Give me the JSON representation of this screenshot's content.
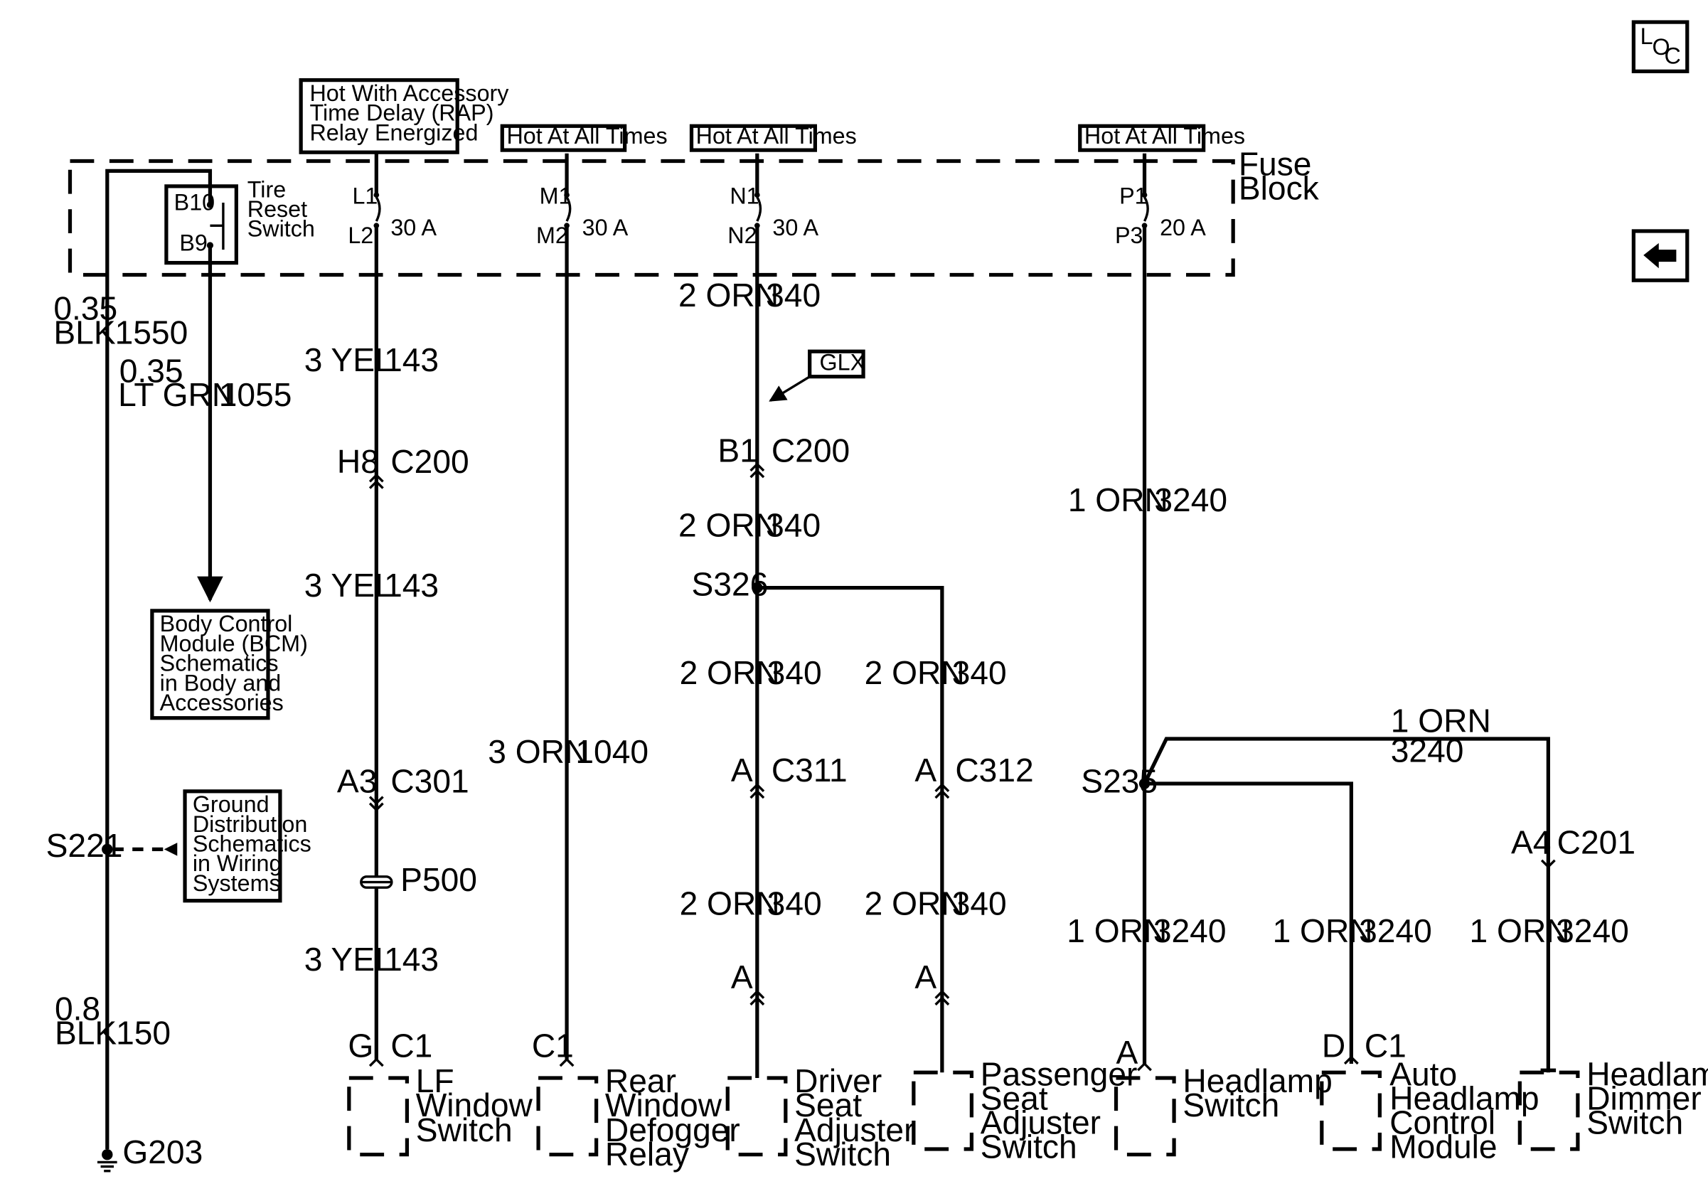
{
  "nav": {
    "loc_icon": "loc-icon",
    "back_icon": "back-arrow-icon"
  },
  "fuse_block": {
    "label_line1": "Fuse",
    "label_line2": "Block"
  },
  "hot_labels": {
    "accessory": [
      "Hot With Accessory",
      "Time Delay (RAP)",
      "Relay Energized"
    ],
    "m": "Hot At All Times",
    "n": "Hot At All Times",
    "p": "Hot At All Times"
  },
  "fuses": {
    "l": {
      "top": "L1",
      "bottom": "L2",
      "rating": "30 A"
    },
    "m": {
      "top": "M1",
      "bottom": "M2",
      "rating": "30 A"
    },
    "n": {
      "top": "N1",
      "bottom": "N2",
      "rating": "30 A"
    },
    "p": {
      "top": "P1",
      "bottom": "P3",
      "rating": "20 A"
    }
  },
  "tire_switch": {
    "pin_top": "B10",
    "pin_bottom": "B9",
    "label": [
      "Tire",
      "Reset",
      "Switch"
    ]
  },
  "left_wires": {
    "blk_size": "0.35",
    "blk_color": "BLK",
    "blk_circuit": "1550",
    "grn_size": "0.35",
    "grn_color": "LT GRN",
    "grn_circuit": "1055",
    "bottom_size": "0.8",
    "bottom_color": "BLK",
    "bottom_circuit": "150"
  },
  "bcm_box": [
    "Body Control",
    "Module (BCM)",
    "Schematics",
    "in Body and",
    "Accessories"
  ],
  "ground_box": [
    "Ground",
    "Distribution",
    "Schematics",
    "in Wiring",
    "Systems"
  ],
  "splices": {
    "s221": "S221",
    "s326": "S326",
    "s235": "S235"
  },
  "ground": "G203",
  "lf_circuit": {
    "wire1": {
      "color": "3 YEL",
      "circuit": "143"
    },
    "conn1": {
      "pin": "H8",
      "name": "C200"
    },
    "wire2": {
      "color": "3 YEL",
      "circuit": "143"
    },
    "conn2": {
      "pin": "A3",
      "name": "C301"
    },
    "passthru": "P500",
    "wire3": {
      "color": "3 YEL",
      "circuit": "143"
    },
    "conn3": {
      "pin": "G",
      "name": "C1"
    },
    "component": [
      "LF",
      "Window",
      "Switch"
    ]
  },
  "defog_circuit": {
    "wire": {
      "color": "3 ORN",
      "circuit": "1040"
    },
    "conn": "C1",
    "component": [
      "Rear",
      "Window",
      "Defogger",
      "Relay"
    ]
  },
  "seat_circuit": {
    "wire_top": {
      "color": "2 ORN",
      "circuit": "340"
    },
    "option": "GLX",
    "conn1": {
      "pin": "B1",
      "name": "C200"
    },
    "wire2": {
      "color": "2 ORN",
      "circuit": "340"
    },
    "driver_wire1": {
      "color": "2 ORN",
      "circuit": "340"
    },
    "driver_conn": {
      "pin": "A",
      "name": "C311"
    },
    "driver_wire2": {
      "color": "2 ORN",
      "circuit": "340"
    },
    "driver_conn2": "A",
    "driver_component": [
      "Driver",
      "Seat",
      "Adjuster",
      "Switch"
    ],
    "pass_wire1": {
      "color": "2 ORN",
      "circuit": "340"
    },
    "pass_conn": {
      "pin": "A",
      "name": "C312"
    },
    "pass_wire2": {
      "color": "2 ORN",
      "circuit": "340"
    },
    "pass_conn2": "A",
    "pass_component": [
      "Passenger",
      "Seat",
      "Adjuster",
      "Switch"
    ]
  },
  "headlamp_circuit": {
    "wire_top": {
      "color": "1 ORN",
      "circuit": "3240"
    },
    "branch_wire": {
      "color": "1 ORN",
      "circuit": "3240"
    },
    "sw_wire": {
      "color": "1 ORN",
      "circuit": "3240"
    },
    "sw_conn": "A",
    "sw_component": [
      "Headlamp",
      "Switch"
    ],
    "ahc_wire": {
      "color": "1 ORN",
      "circuit": "3240"
    },
    "ahc_conn": {
      "pin": "D",
      "name": "C1"
    },
    "ahc_component": [
      "Auto",
      "Headlamp",
      "Control",
      "Module"
    ],
    "dim_conn": {
      "pin": "A4",
      "name": "C201"
    },
    "dim_wire": {
      "color": "1 ORN",
      "circuit": "3240"
    },
    "dim_component": [
      "Headlamp",
      "Dimmer",
      "Switch"
    ]
  }
}
